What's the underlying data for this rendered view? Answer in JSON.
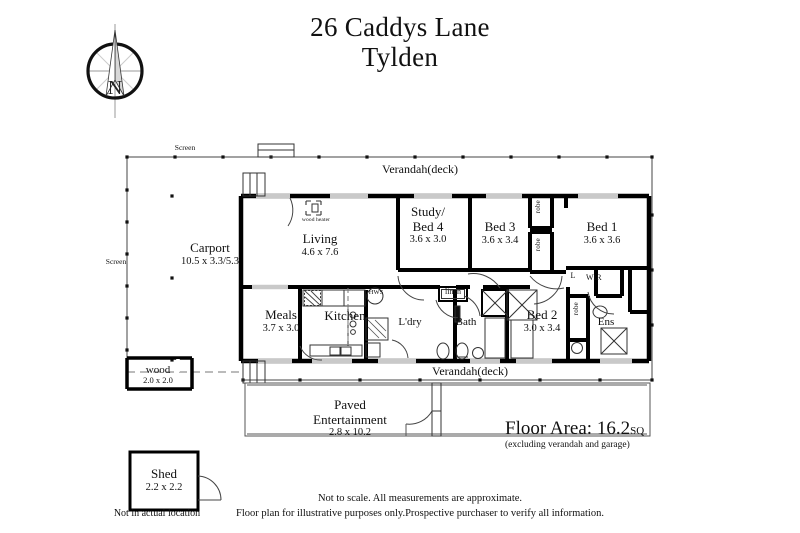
{
  "title": {
    "line1": "26 Caddys Lane",
    "line2": "Tylden"
  },
  "compass": {
    "label": "N",
    "name": "north-arrow"
  },
  "floor_area": {
    "label": "Floor Area: 16.2",
    "unit": "SQ",
    "note": "(excluding verandah and garage)"
  },
  "disclaimer": {
    "line1": "Not to scale. All measurements are approximate.",
    "line2": "Floor plan for illustrative purposes only.Prospective purchaser to verify all information."
  },
  "shed_note": "Not in actual location",
  "rooms": [
    {
      "name": "Carport",
      "dim": "10.5 x 3.3/5.3"
    },
    {
      "name": "Living",
      "dim": "4.6 x 7.6"
    },
    {
      "name": "Meals",
      "dim": "3.7 x 3.0"
    },
    {
      "name": "Kitchen",
      "dim": ""
    },
    {
      "name": "Study/",
      "dim": ""
    },
    {
      "name": "Bed 4",
      "dim": "3.6 x 3.0"
    },
    {
      "name": "Bed 3",
      "dim": "3.6 x 3.4"
    },
    {
      "name": "Bed 1",
      "dim": "3.6 x 3.6"
    },
    {
      "name": "Bed 2",
      "dim": "3.0 x 3.4"
    },
    {
      "name": "L'dry",
      "dim": ""
    },
    {
      "name": "Bath",
      "dim": ""
    },
    {
      "name": "Ens",
      "dim": ""
    },
    {
      "name": "WIR",
      "dim": ""
    },
    {
      "name": "wood",
      "dim": "2.0 x 2.0"
    },
    {
      "name": "Shed",
      "dim": "2.2 x 2.2"
    },
    {
      "name": "Paved",
      "dim": ""
    },
    {
      "name": "Entertainment",
      "dim": "2.8 x 10.2"
    }
  ],
  "labels": {
    "verandah_top": "Verandah(deck)",
    "verandah_bottom": "Verandah(deck)",
    "screen_top": "Screen",
    "screen_left": "Screen",
    "wood_heater": "wood heater",
    "hws": "HWS",
    "linen": "linen",
    "linen_short": "L",
    "robe_1": "robe",
    "robe_2": "robe",
    "robe_3": "robe",
    "paved_l1": "Paved",
    "paved_l2": "Entertainment",
    "paved_dim": "2.8 x 10.2",
    "carport_name": "Carport",
    "carport_dim": "10.5 x 3.3/5.3",
    "living_name": "Living",
    "living_dim": "4.6 x 7.6",
    "meals_name": "Meals",
    "meals_dim": "3.7 x 3.0",
    "kitchen_name": "Kitchen",
    "study_l1": "Study/",
    "study_l2": "Bed 4",
    "study_dim": "3.6 x 3.0",
    "bed3_name": "Bed 3",
    "bed3_dim": "3.6 x 3.4",
    "bed1_name": "Bed 1",
    "bed1_dim": "3.6 x 3.6",
    "bed2_name": "Bed 2",
    "bed2_dim": "3.0 x 3.4",
    "ldry_name": "L'dry",
    "bath_name": "Bath",
    "ens_name": "Ens",
    "wir_name": "WIR",
    "wood_name": "wood",
    "wood_dim": "2.0 x 2.0",
    "shed_name": "Shed",
    "shed_dim": "2.2 x 2.2"
  },
  "colors": {
    "ink": "#111111",
    "wall": "#000000",
    "thin": "#555555",
    "paper": "#ffffff"
  }
}
